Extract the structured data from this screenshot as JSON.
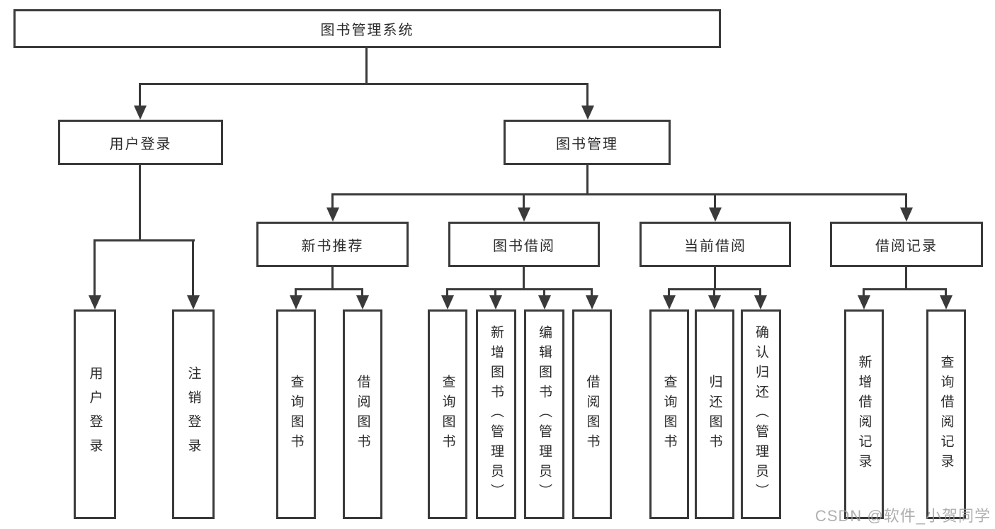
{
  "watermark": "CSDN @软件_小贺同学",
  "colors": {
    "line": "#3a3a3a",
    "box_border": "#3a3a3a",
    "box_background": "#ffffff",
    "page_background": "#ffffff",
    "text": "#2b2b2b",
    "watermark_text": "#9c9c9c"
  },
  "nodes": {
    "root": {
      "label": "图书管理系统"
    },
    "user_login": {
      "label": "用户登录",
      "children": [
        {
          "label": "用户登录"
        },
        {
          "label": "注销登录"
        }
      ]
    },
    "book_management": {
      "label": "图书管理"
    },
    "new_book_recommend": {
      "label": "新书推荐",
      "children": [
        {
          "label": "查询图书"
        },
        {
          "label": "借阅图书"
        }
      ]
    },
    "book_borrow": {
      "label": "图书借阅",
      "children": [
        {
          "label": "查询图书"
        },
        {
          "label": "新增图书（管理员）"
        },
        {
          "label": "编辑图书（管理员）"
        },
        {
          "label": "借阅图书"
        }
      ]
    },
    "current_borrow": {
      "label": "当前借阅",
      "children": [
        {
          "label": "查询图书"
        },
        {
          "label": "归还图书"
        },
        {
          "label": "确认归还（管理员）"
        }
      ]
    },
    "borrow_records": {
      "label": "借阅记录",
      "children": [
        {
          "label": "新增借阅记录"
        },
        {
          "label": "查询借阅记录"
        }
      ]
    }
  }
}
